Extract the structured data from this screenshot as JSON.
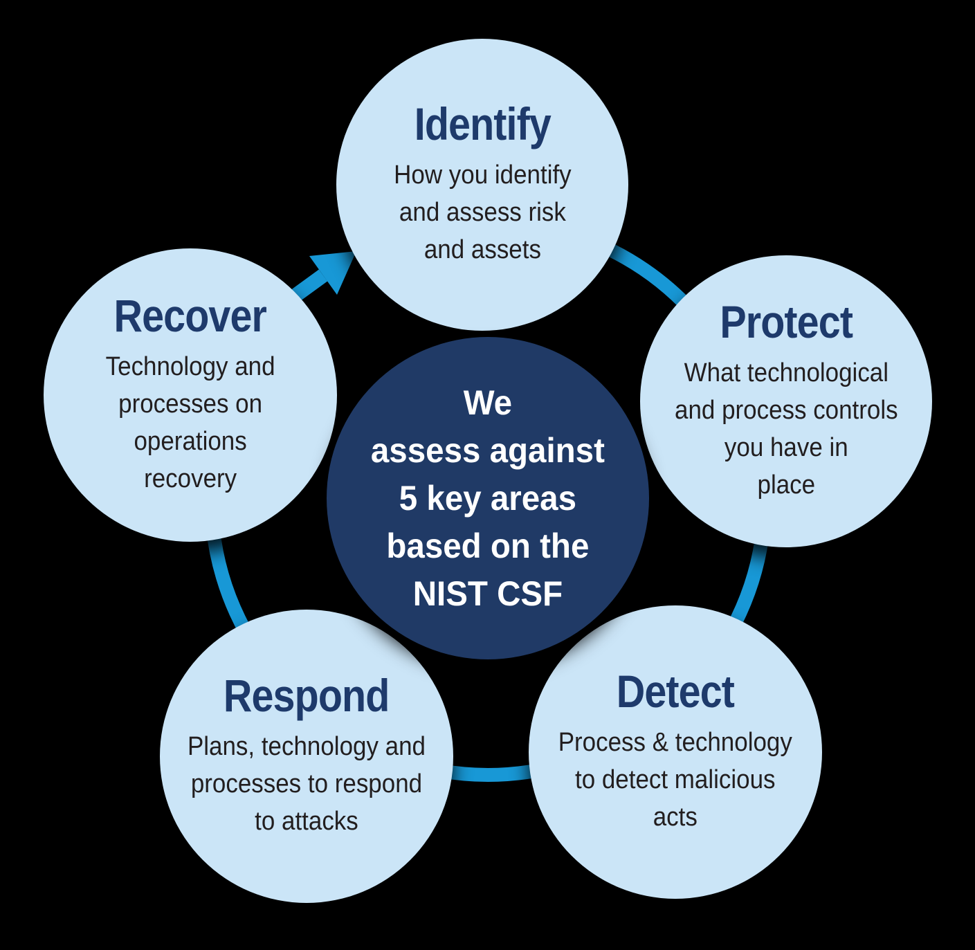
{
  "diagram": {
    "center": {
      "text": "We\nassess against\n5 key areas\nbased on the\nNIST CSF"
    },
    "nodes": [
      {
        "id": "identify",
        "title": "Identify",
        "description": "How you identify\nand assess risk\nand assets"
      },
      {
        "id": "protect",
        "title": "Protect",
        "description": "What technological\nand process controls\nyou have in\nplace"
      },
      {
        "id": "detect",
        "title": "Detect",
        "description": "Process & technology\nto detect malicious\nacts"
      },
      {
        "id": "respond",
        "title": "Respond",
        "description": "Plans, technology and\nprocesses to respond\nto attacks"
      },
      {
        "id": "recover",
        "title": "Recover",
        "description": "Technology and\nprocesses on\noperations\nrecovery"
      }
    ],
    "colors": {
      "node_fill": "#cbe5f7",
      "center_fill": "#203a66",
      "ring": "#1898d6",
      "heading": "#1e3a6b",
      "body_text": "#221e1f",
      "center_text": "#ffffff",
      "background": "#000000"
    }
  }
}
